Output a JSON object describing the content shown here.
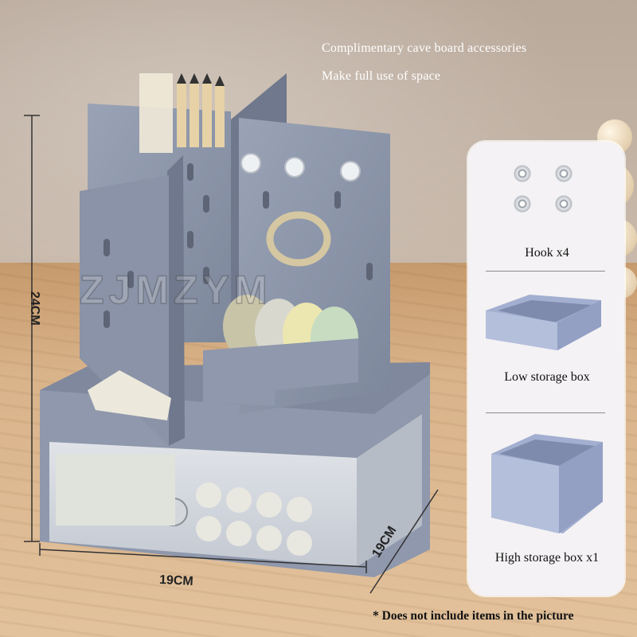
{
  "headline": {
    "line1": "Complimentary cave board accessories",
    "line2": "Make full use of space"
  },
  "watermark": "ZJMZYM",
  "dimensions": {
    "height": "24CM",
    "width": "19CM",
    "depth": "19CM"
  },
  "accessories": [
    {
      "label": "Hook x4",
      "icon": "hook-icon"
    },
    {
      "label": "Low storage box",
      "icon": "low-storage-box-icon"
    },
    {
      "label": "High storage box x1",
      "icon": "high-storage-box-icon"
    }
  ],
  "disclaimer": "* Does not include items in the picture",
  "colors": {
    "organizer": "#8e97aa",
    "organizer_dark": "#6f788c",
    "storage_box": "#a3afd0",
    "panel": "#f4f2f4"
  }
}
